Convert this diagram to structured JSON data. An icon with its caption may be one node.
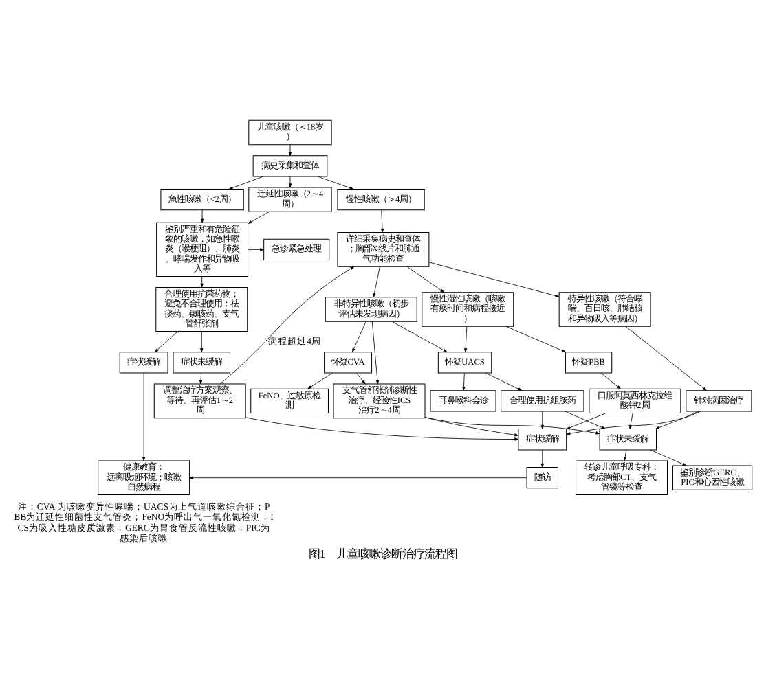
{
  "diagram": {
    "caption": "图1　儿童咳嗽诊断治疗流程图",
    "nodes": [
      {
        "text": [
          "儿童咳嗽（＜18岁）"
        ]
      },
      {
        "text": [
          "病史采集和查体"
        ]
      },
      {
        "text": [
          "急性咳嗽（<2周）"
        ]
      },
      {
        "text": [
          "迁延性咳嗽（2～4周）"
        ]
      },
      {
        "text": [
          "慢性咳嗽（＞4周）"
        ]
      },
      {
        "text": [
          "急诊紧急处理"
        ]
      },
      {
        "text": [
          "鉴别严重和有危险征象的咳嗽，如急性喉炎（喉梗阻）、肺炎、哮喘发作和异物吸入等"
        ]
      },
      {
        "text": [
          "合理使用抗菌药物；避免不合理使用：祛痰药、镇咳药、支气管舒张剂"
        ]
      },
      {
        "text": [
          "详细采集病史和查体；胸部X线片和肺通气功能检查"
        ]
      },
      {
        "text": [
          "非特异性咳嗽（初步评估未发现病因）"
        ]
      },
      {
        "text": [
          "慢性湿性咳嗽（咳嗽有痰时间和病程接近）"
        ]
      },
      {
        "text": [
          "特异性咳嗽（符合哮喘、百日咳、肺结核和异物吸入等病因）"
        ]
      },
      {
        "text": [
          "症状缓解"
        ]
      },
      {
        "text": [
          "症状未缓解"
        ]
      },
      {
        "text": [
          "怀疑CVA"
        ]
      },
      {
        "text": [
          "怀疑UACS"
        ]
      },
      {
        "text": [
          "怀疑PBB"
        ]
      },
      {
        "text": [
          "FeNO、过敏原检测"
        ]
      },
      {
        "text": [
          "耳鼻喉科会诊"
        ]
      },
      {
        "text": [
          "调整治疗方案观察、等待、再评估1～2周"
        ]
      },
      {
        "text": [
          "支气管舒张剂诊断性治疗、经验性ICS治疗2～4周"
        ]
      },
      {
        "text": [
          "合理使用抗组胺药"
        ]
      },
      {
        "text": [
          "口服阿莫西林克拉维酸钾2周"
        ]
      },
      {
        "text": [
          "针对病因治疗"
        ]
      },
      {
        "text": [
          "症状缓解"
        ]
      },
      {
        "text": [
          "症状未缓解"
        ]
      },
      {
        "text": [
          "健康教育：",
          "远离吸烟环境；咳嗽自然病程"
        ]
      },
      {
        "text": [
          "随访"
        ]
      },
      {
        "text": [
          "转诊儿童呼吸专科：考虑胸部CT、支气管镜等检查"
        ]
      },
      {
        "text": [
          "鉴别诊断GERC、PIC和心因性咳嗽"
        ]
      }
    ],
    "edges": [
      {
        "from": 0,
        "to": 1,
        "arrow": "to"
      },
      {
        "from": 1,
        "to": 2,
        "arrow": "to"
      },
      {
        "from": 1,
        "to": 3,
        "arrow": "to"
      },
      {
        "from": 1,
        "to": 4,
        "arrow": "to"
      },
      {
        "from": 2,
        "to": 6,
        "arrow": "to"
      },
      {
        "from": 3,
        "to": 6,
        "arrow": "to"
      },
      {
        "from": 6,
        "to": 5,
        "arrow": "to"
      },
      {
        "from": 6,
        "to": 7,
        "arrow": "to"
      },
      {
        "from": 4,
        "to": 8,
        "arrow": "to"
      },
      {
        "from": 19,
        "to": 8,
        "arrow": "to",
        "label": "病程超过4周"
      },
      {
        "from": 8,
        "to": 9,
        "arrow": "to"
      },
      {
        "from": 8,
        "to": 10,
        "arrow": "to"
      },
      {
        "from": 8,
        "to": 11,
        "arrow": "to"
      },
      {
        "from": 7,
        "to": 12,
        "arrow": "to"
      },
      {
        "from": 7,
        "to": 13,
        "arrow": "to"
      },
      {
        "from": 9,
        "to": 14,
        "arrow": "to"
      },
      {
        "from": 9,
        "to": 15,
        "arrow": "to"
      },
      {
        "from": 10,
        "to": 15,
        "arrow": "to"
      },
      {
        "from": 10,
        "to": 16,
        "arrow": "to"
      },
      {
        "from": 14,
        "to": 17,
        "arrow": "to"
      },
      {
        "from": 15,
        "to": 18,
        "arrow": "to"
      },
      {
        "from": 13,
        "to": 19,
        "arrow": "to"
      },
      {
        "from": 9,
        "to": 20,
        "arrow": "to"
      },
      {
        "from": 14,
        "to": 20,
        "arrow": "to"
      },
      {
        "from": 15,
        "to": 21,
        "arrow": "to"
      },
      {
        "from": 16,
        "to": 22,
        "arrow": "to"
      },
      {
        "from": 11,
        "to": 23,
        "arrow": "to"
      },
      {
        "from": 19,
        "to": 24,
        "arrow": "to"
      },
      {
        "from": 20,
        "to": 24,
        "arrow": "to"
      },
      {
        "from": 21,
        "to": 24,
        "arrow": "to"
      },
      {
        "from": 22,
        "to": 24,
        "arrow": "to"
      },
      {
        "from": 23,
        "to": 24,
        "arrow": "to"
      },
      {
        "from": 20,
        "to": 25,
        "arrow": "to"
      },
      {
        "from": 21,
        "to": 25,
        "arrow": "to"
      },
      {
        "from": 22,
        "to": 25,
        "arrow": "to"
      },
      {
        "from": 23,
        "to": 25,
        "arrow": "to"
      },
      {
        "from": 12,
        "to": 26,
        "arrow": "to"
      },
      {
        "from": 24,
        "to": 27,
        "arrow": "to"
      },
      {
        "from": 27,
        "to": 26,
        "arrow": "to"
      },
      {
        "from": 25,
        "to": 28,
        "arrow": "to"
      },
      {
        "from": 25,
        "to": 29,
        "arrow": "to"
      }
    ],
    "labels": [
      "注：CVA 为咳嗽变异性哮喘；UACS为上气道咳嗽综合征；PBB为迁延性细菌性支气管炎；FeNO为呼出气一氧化氮检测；ICS为吸入性糖皮质激素；GERC为胃食管反流性咳嗽；PIC为感染后咳嗽"
    ]
  }
}
